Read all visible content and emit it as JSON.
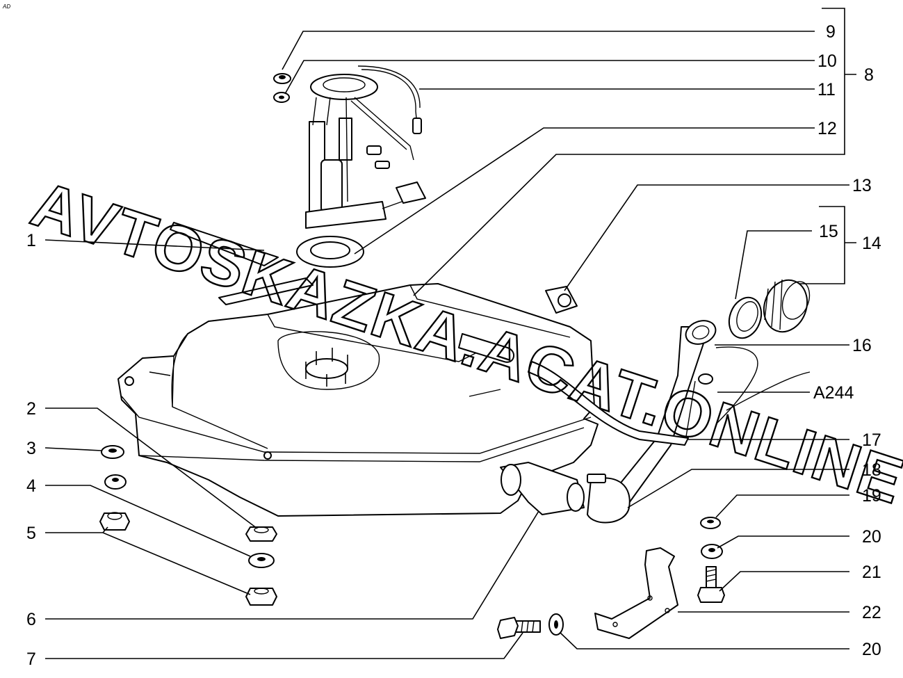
{
  "corner_mark": "AD",
  "watermark": "AVTOSKAZKA.ACAT.ONLINE",
  "callouts": [
    {
      "id": "1",
      "text": "1"
    },
    {
      "id": "2",
      "text": "2"
    },
    {
      "id": "3",
      "text": "3"
    },
    {
      "id": "4",
      "text": "4"
    },
    {
      "id": "5",
      "text": "5"
    },
    {
      "id": "6",
      "text": "6"
    },
    {
      "id": "7",
      "text": "7"
    },
    {
      "id": "8",
      "text": "8"
    },
    {
      "id": "9",
      "text": "9"
    },
    {
      "id": "10",
      "text": "10"
    },
    {
      "id": "11",
      "text": "11"
    },
    {
      "id": "12",
      "text": "12"
    },
    {
      "id": "13",
      "text": "13"
    },
    {
      "id": "14",
      "text": "14"
    },
    {
      "id": "15",
      "text": "15"
    },
    {
      "id": "16",
      "text": "16"
    },
    {
      "id": "A244",
      "text": "A244"
    },
    {
      "id": "17",
      "text": "17"
    },
    {
      "id": "18",
      "text": "18"
    },
    {
      "id": "19",
      "text": "19"
    },
    {
      "id": "20a",
      "text": "20"
    },
    {
      "id": "21",
      "text": "21"
    },
    {
      "id": "22",
      "text": "22"
    },
    {
      "id": "20b",
      "text": "20"
    }
  ]
}
